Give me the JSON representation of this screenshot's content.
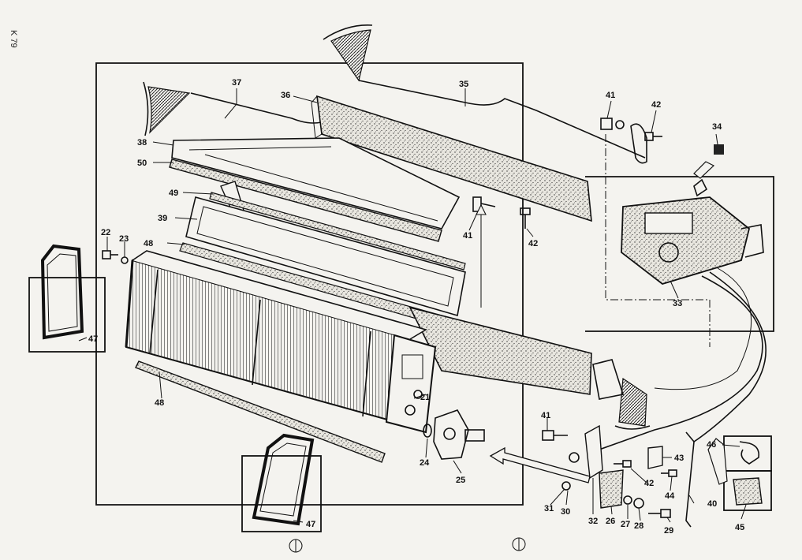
{
  "page_ref": "K 79",
  "part_labels": [
    "21",
    "22",
    "23",
    "24",
    "25",
    "26",
    "27",
    "28",
    "29",
    "30",
    "31",
    "32",
    "33",
    "34",
    "35",
    "36",
    "37",
    "38",
    "39",
    "40",
    "41",
    "41",
    "41",
    "42",
    "42",
    "42",
    "43",
    "44",
    "45",
    "46",
    "47",
    "47",
    "48",
    "48",
    "49",
    "50"
  ]
}
